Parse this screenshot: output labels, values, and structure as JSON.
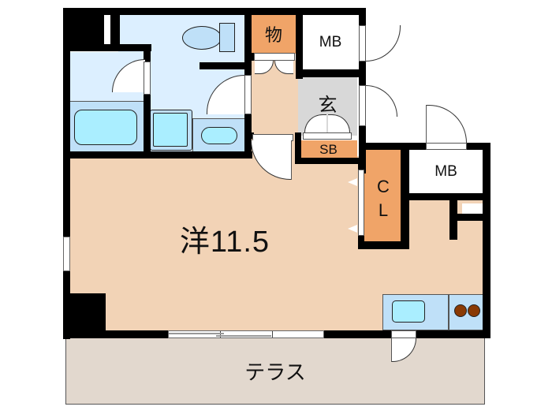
{
  "floorplan": {
    "colors": {
      "wall": "#000000",
      "living": "#f2d3b6",
      "wet_area": "#dcefff",
      "wet_fixture": "#bfe0f8",
      "fixture_inner": "#aaeeff",
      "storage": "#f0a468",
      "entry": "#d8d8d8",
      "terrace": "#e2d8ce",
      "closet_white": "#ffffff",
      "stove": "#8a3a05"
    },
    "rooms": {
      "main_room": {
        "label": "洋11.5"
      },
      "storage_top": {
        "label": "物"
      },
      "meter_box_top": {
        "label": "MB"
      },
      "entrance": {
        "label": "玄"
      },
      "shoe_box": {
        "label": "SB"
      },
      "closet": {
        "label_line1": "C",
        "label_line2": "L"
      },
      "meter_box_right": {
        "label": "MB"
      },
      "terrace": {
        "label": "テラス"
      }
    }
  }
}
